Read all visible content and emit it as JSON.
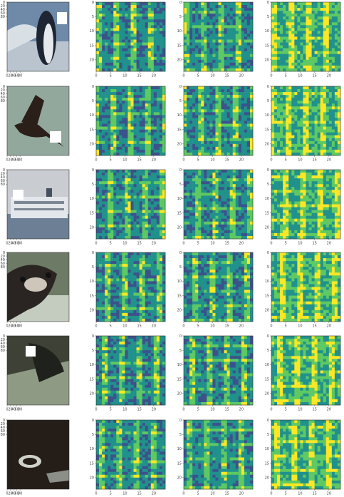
{
  "figure": {
    "palette": [
      "#440154",
      "#3b528b",
      "#21918c",
      "#5ec962",
      "#fde725"
    ],
    "heatmap_ticks": {
      "x": [
        "0",
        "5",
        "10",
        "15",
        "20"
      ],
      "y": [
        "0",
        "5",
        "10",
        "15",
        "20"
      ]
    },
    "photo_ticks": {
      "x": [
        "0",
        "20",
        "40",
        "60",
        "80"
      ],
      "y": [
        "0",
        "20",
        "40",
        "60",
        "80"
      ]
    },
    "rows": [
      {
        "subject": "penguin",
        "columns": [
          "photo",
          "feature-map",
          "feature-map",
          "feature-map"
        ]
      },
      {
        "subject": "bird",
        "columns": [
          "photo",
          "feature-map",
          "feature-map",
          "feature-map"
        ]
      },
      {
        "subject": "ship",
        "columns": [
          "photo",
          "feature-map",
          "feature-map",
          "feature-map"
        ]
      },
      {
        "subject": "dog",
        "columns": [
          "photo",
          "feature-map",
          "feature-map",
          "feature-map"
        ]
      },
      {
        "subject": "dog",
        "columns": [
          "photo",
          "feature-map",
          "feature-map",
          "feature-map"
        ]
      },
      {
        "subject": "dark-scene",
        "columns": [
          "photo",
          "feature-map",
          "feature-map",
          "feature-map"
        ]
      }
    ]
  }
}
